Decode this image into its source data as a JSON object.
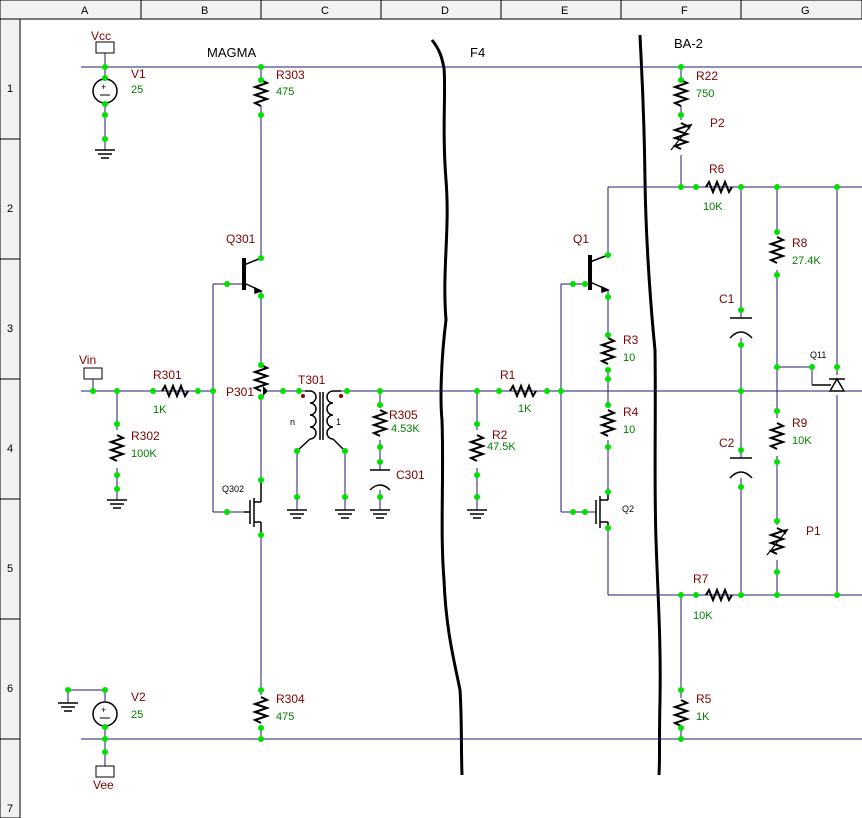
{
  "grid": {
    "columns": [
      "A",
      "B",
      "C",
      "D",
      "E",
      "F",
      "G"
    ],
    "rows": [
      "1",
      "2",
      "3",
      "4",
      "5",
      "6",
      "7"
    ]
  },
  "sections": {
    "left": "MAGMA",
    "middle": "F4",
    "right": "BA-2"
  },
  "ports": {
    "vcc": "Vcc",
    "vin": "Vin",
    "vee": "Vee"
  },
  "components": {
    "V1": {
      "ref": "V1",
      "value": "25"
    },
    "V2": {
      "ref": "V2",
      "value": "25"
    },
    "R303": {
      "ref": "R303",
      "value": "475"
    },
    "R304": {
      "ref": "R304",
      "value": "475"
    },
    "R301": {
      "ref": "R301",
      "value": "1K"
    },
    "R302": {
      "ref": "R302",
      "value": "100K"
    },
    "R305": {
      "ref": "R305",
      "value": "4.53K"
    },
    "C301": {
      "ref": "C301"
    },
    "T301": {
      "ref": "T301",
      "pri": "n",
      "sec": "1"
    },
    "P301": {
      "ref": "P301"
    },
    "Q301": {
      "ref": "Q301"
    },
    "Q302": {
      "ref": "Q302"
    },
    "R1": {
      "ref": "R1",
      "value": "1K"
    },
    "R2": {
      "ref": "R2",
      "value": "47.5K"
    },
    "R3": {
      "ref": "R3",
      "value": "10"
    },
    "R4": {
      "ref": "R4",
      "value": "10"
    },
    "Q1": {
      "ref": "Q1"
    },
    "Q2": {
      "ref": "Q2"
    },
    "R22": {
      "ref": "R22",
      "value": "750"
    },
    "P2": {
      "ref": "P2"
    },
    "R6": {
      "ref": "R6",
      "value": "10K"
    },
    "R7": {
      "ref": "R7",
      "value": "10K"
    },
    "R8": {
      "ref": "R8",
      "value": "27.4K"
    },
    "R9": {
      "ref": "R9",
      "value": "10K"
    },
    "R5": {
      "ref": "R5",
      "value": "1K"
    },
    "C1": {
      "ref": "C1"
    },
    "C2": {
      "ref": "C2"
    },
    "P1": {
      "ref": "P1"
    },
    "Q11": {
      "ref": "Q11"
    }
  }
}
